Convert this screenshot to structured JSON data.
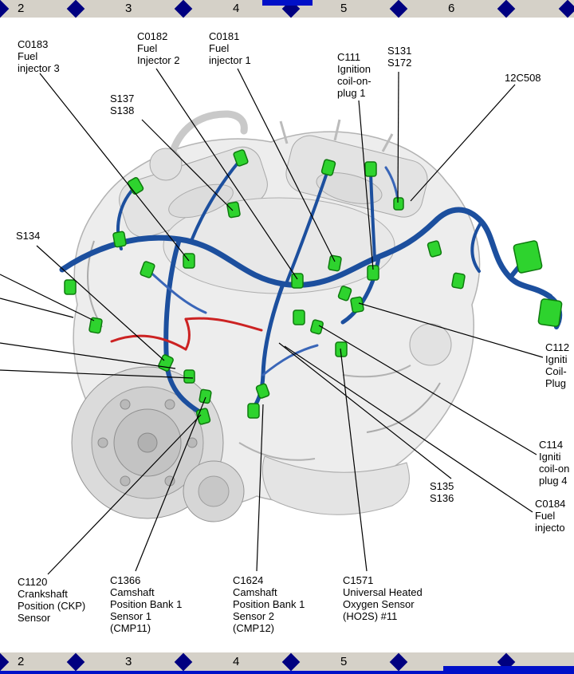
{
  "title": "Engine wiring harness component location diagram",
  "ruler": {
    "top_numbers": [
      "2",
      "3",
      "4",
      "5",
      "6"
    ],
    "bottom_numbers": [
      "2",
      "3",
      "4",
      "5"
    ]
  },
  "colors": {
    "strip_bg": "#d5d1c8",
    "diamond_navy": "#000080",
    "nav_bar_blue": "#0010c8",
    "harness_blue": "#1c4f9e",
    "connector_green": "#2ed32e",
    "wire_red": "#cc2222",
    "leader_line": "#000000",
    "engine_gray": "#ededed"
  },
  "callouts": {
    "c0183": {
      "lines": [
        "C0183",
        "Fuel",
        "injector 3"
      ]
    },
    "c0182": {
      "lines": [
        "C0182",
        "Fuel",
        "Injector 2"
      ]
    },
    "c0181": {
      "lines": [
        "C0181",
        "Fuel",
        "injector 1"
      ]
    },
    "s137_s138": {
      "lines": [
        "S137",
        "S138"
      ]
    },
    "c111": {
      "lines": [
        "C111",
        "Ignition",
        "coil-on-",
        "plug 1"
      ]
    },
    "s131_s172": {
      "lines": [
        "S131",
        "S172"
      ]
    },
    "x12c508": {
      "lines": [
        "12C508"
      ]
    },
    "s134": {
      "lines": [
        "S134"
      ]
    },
    "c112": {
      "lines": [
        "C112",
        "Igniti",
        "Coil-",
        "Plug"
      ]
    },
    "c114": {
      "lines": [
        "C114",
        "Igniti",
        "coil-on",
        "plug 4"
      ]
    },
    "s135_s136": {
      "lines": [
        "S135",
        "S136"
      ]
    },
    "c0184": {
      "lines": [
        "C0184",
        "Fuel",
        "injecto"
      ]
    },
    "c1120": {
      "lines": [
        "C1120",
        "Crankshaft",
        "Position (CKP)",
        "Sensor"
      ]
    },
    "c1366": {
      "lines": [
        "C1366",
        "Camshaft",
        "Position Bank 1",
        "Sensor 1",
        "(CMP11)"
      ]
    },
    "c1624": {
      "lines": [
        "C1624",
        "Camshaft",
        "Position Bank 1",
        "Sensor 2",
        "(CMP12)"
      ]
    },
    "c1571": {
      "lines": [
        "C1571",
        "Universal Heated",
        "Oxygen Sensor",
        "(HO2S) #11"
      ]
    }
  }
}
